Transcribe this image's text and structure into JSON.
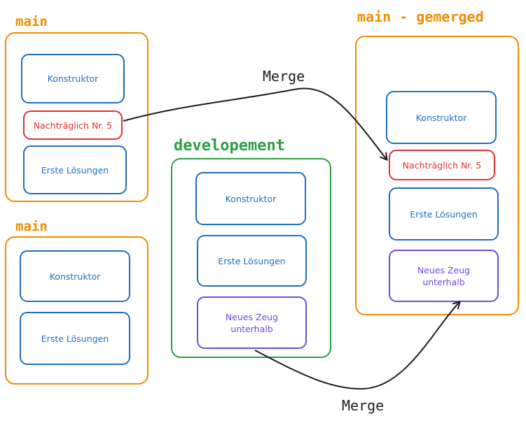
{
  "colors": {
    "orange": "#f08c00",
    "green": "#2f9e44",
    "blue": "#1e6fbf",
    "red": "#e03131",
    "purple": "#7048e8",
    "arrow": "#1e1e1e"
  },
  "groups": {
    "main_top": {
      "title": "main",
      "items": [
        "Konstruktor",
        "Nachträglich Nr. 5",
        "Erste Lösungen"
      ]
    },
    "main_bottom": {
      "title": "main",
      "items": [
        "Konstruktor",
        "Erste Lösungen"
      ]
    },
    "development": {
      "title": "developement",
      "items": [
        "Konstruktor",
        "Erste Lösungen",
        "Neues Zeug\nunterhalb"
      ]
    },
    "main_merged": {
      "title": "main - gemerged",
      "items": [
        "Konstruktor",
        "Nachträglich Nr. 5",
        "Erste Lösungen",
        "Neues Zeug\nunterhalb"
      ]
    }
  },
  "edges": [
    {
      "from": "main_top.Nachträglich Nr. 5",
      "to": "main_merged.Nachträglich Nr. 5",
      "label": "Merge"
    },
    {
      "from": "development.Neues Zeug unterhalb",
      "to": "main_merged.Neues Zeug unterhalb",
      "label": "Merge"
    }
  ]
}
